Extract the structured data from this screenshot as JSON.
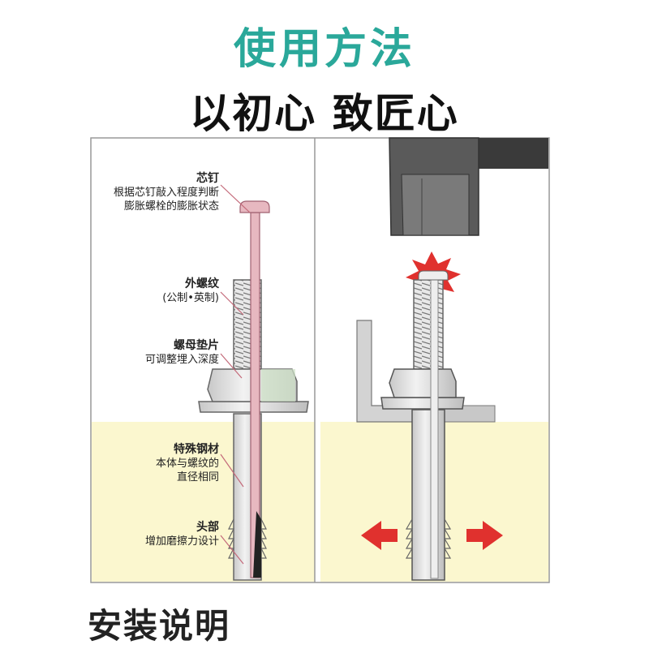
{
  "title": "使用方法",
  "slogan": "以初心 致匠心",
  "footer": "安装说明",
  "colors": {
    "title": "#2aa89a",
    "concrete": "#fbf7cf",
    "core_pin": "#e7b8c0",
    "steel": "#d9d9d9",
    "leader": "#c46a7a",
    "arrow": "#e0312e",
    "hammer": "#555555"
  },
  "labels": [
    {
      "heading": "芯钉",
      "lines": [
        "根据芯钉敲入程度判断",
        "膨胀螺栓的膨胀状态"
      ]
    },
    {
      "heading": "外螺纹",
      "lines": [
        "(公制•英制)"
      ]
    },
    {
      "heading": "螺母垫片",
      "lines": [
        "可调整埋入深度"
      ]
    },
    {
      "heading": "特殊钢材",
      "lines": [
        "本体与螺纹的",
        "直径相同"
      ]
    },
    {
      "heading": "头部",
      "lines": [
        "增加磨擦力设计"
      ]
    }
  ],
  "icons": [
    "hammer-icon",
    "impact-burst-icon",
    "left-arrow-icon",
    "right-arrow-icon"
  ]
}
